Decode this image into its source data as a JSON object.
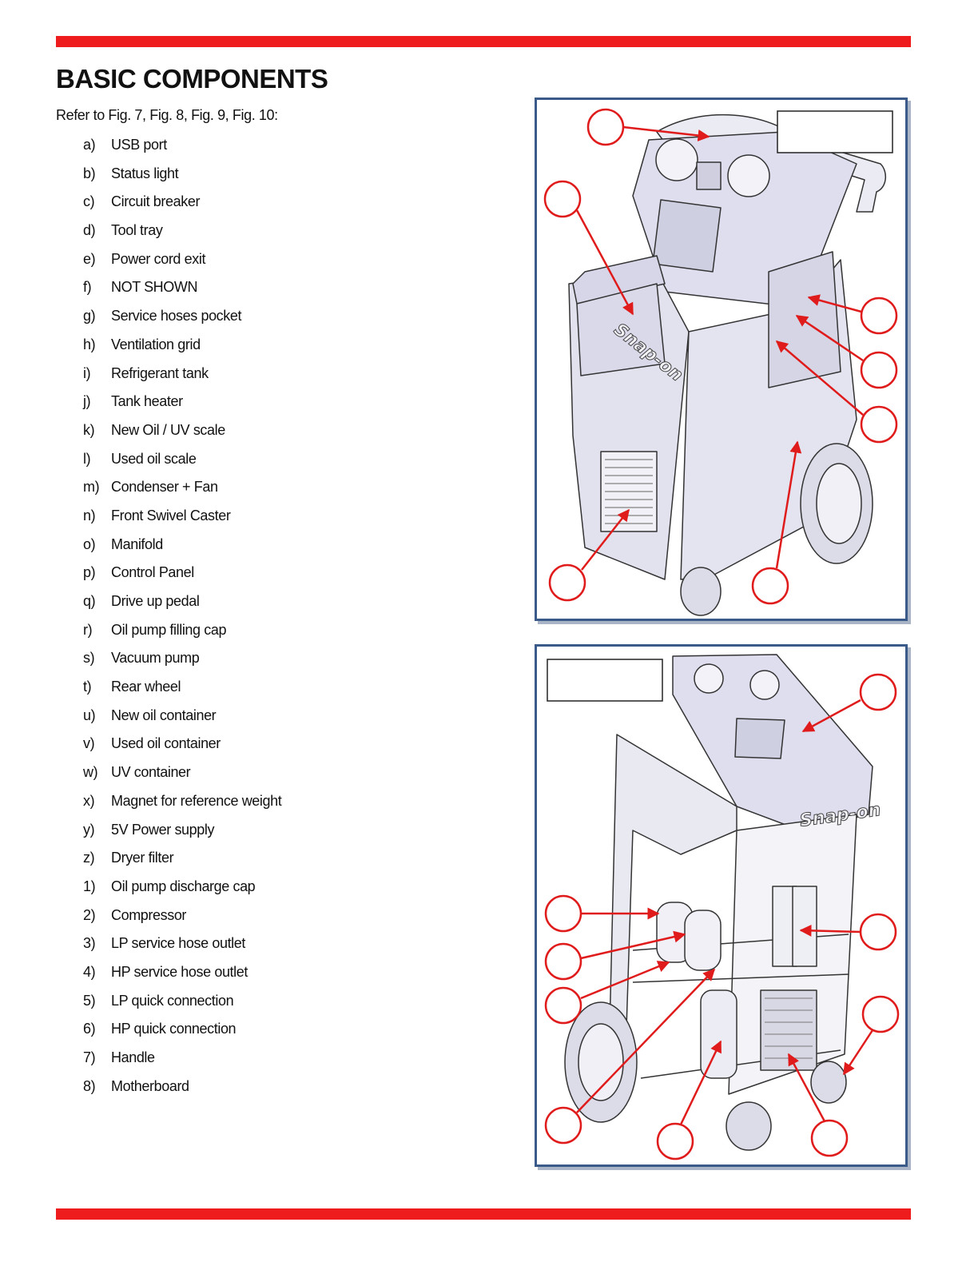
{
  "page": {
    "title": "BASIC COMPONENTS",
    "intro": "Refer to Fig. 7, Fig. 8, Fig. 9, Fig. 10:"
  },
  "components": [
    {
      "key": "a)",
      "label": "USB port"
    },
    {
      "key": "b)",
      "label": "Status light"
    },
    {
      "key": "c)",
      "label": "Circuit breaker"
    },
    {
      "key": "d)",
      "label": "Tool tray"
    },
    {
      "key": "e)",
      "label": "Power cord exit"
    },
    {
      "key": "f)",
      "label": "NOT SHOWN"
    },
    {
      "key": "g)",
      "label": "Service hoses pocket"
    },
    {
      "key": "h)",
      "label": "Ventilation grid"
    },
    {
      "key": "i)",
      "label": "Refrigerant tank"
    },
    {
      "key": "j)",
      "label": "Tank heater"
    },
    {
      "key": "k)",
      "label": "New Oil / UV scale"
    },
    {
      "key": "l)",
      "label": "Used oil scale"
    },
    {
      "key": "m)",
      "label": "Condenser + Fan"
    },
    {
      "key": "n)",
      "label": "Front Swivel Caster"
    },
    {
      "key": "o)",
      "label": "Manifold"
    },
    {
      "key": "p)",
      "label": "Control Panel"
    },
    {
      "key": "q)",
      "label": "Drive up pedal"
    },
    {
      "key": "r)",
      "label": "Oil pump filling cap"
    },
    {
      "key": "s)",
      "label": "Vacuum pump"
    },
    {
      "key": "t)",
      "label": "Rear wheel"
    },
    {
      "key": "u)",
      "label": "New oil container"
    },
    {
      "key": "v)",
      "label": "Used oil container"
    },
    {
      "key": "w)",
      "label": "UV container"
    },
    {
      "key": "x)",
      "label": "Magnet for reference weight"
    },
    {
      "key": "y)",
      "label": "5V Power supply"
    },
    {
      "key": "z)",
      "label": "Dryer filter"
    },
    {
      "key": "1)",
      "label": "Oil pump discharge cap"
    },
    {
      "key": "2)",
      "label": "Compressor"
    },
    {
      "key": "3)",
      "label": "LP service hose outlet"
    },
    {
      "key": "4)",
      "label": "HP service hose outlet"
    },
    {
      "key": "5)",
      "label": "LP quick connection"
    },
    {
      "key": "6)",
      "label": "HP quick connection"
    },
    {
      "key": "7)",
      "label": "Handle"
    },
    {
      "key": "8)",
      "label": "Motherboard"
    }
  ],
  "figures": {
    "front": {
      "brand_text": "Snap-on"
    },
    "rear": {
      "brand_text": "Snap-on"
    }
  },
  "colors": {
    "accent": "#ee1c1c",
    "frame": "#3a5a8a",
    "machine": "#e6e6f2"
  }
}
